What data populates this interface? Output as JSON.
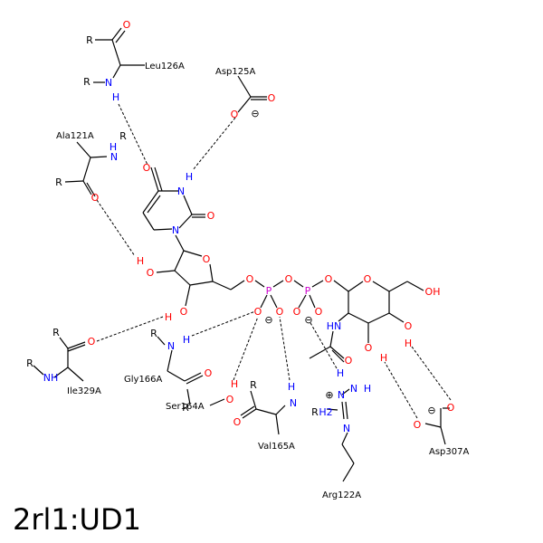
{
  "caption": "2rl1:UD1",
  "colors": {
    "oxygen": "#ff0000",
    "nitrogen": "#0000ff",
    "phosphorus": "#cc00cc",
    "carbon": "#000000"
  },
  "residues": {
    "leu126a": "Leu126A",
    "asp125a": "Asp125A",
    "ala121a": "Ala121A",
    "ile329a": "Ile329A",
    "gly166a": "Gly166A",
    "ser164a": "Ser164A",
    "val165a": "Val165A",
    "arg122a": "Arg122A",
    "asp307a": "Asp307A"
  },
  "atoms": {
    "o": "O",
    "n": "N",
    "h": "H",
    "p": "P",
    "r": "R",
    "oh": "OH",
    "hn": "HN",
    "nh": "NH",
    "h2": "H2"
  },
  "charges": {
    "minus": "⊖",
    "plus": "⊕"
  }
}
